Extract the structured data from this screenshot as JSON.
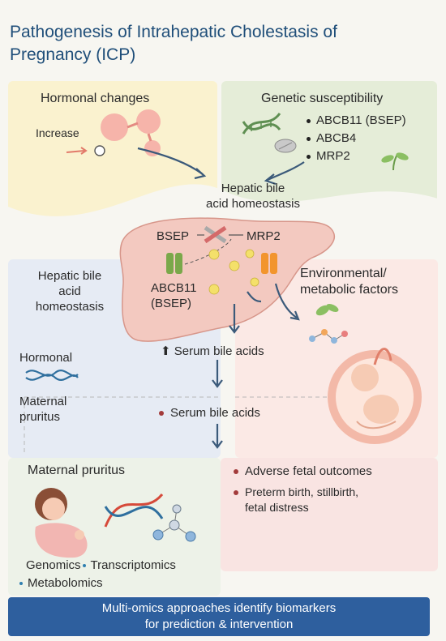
{
  "title_line1": "Pathogenesis of Intrahepatic Cholestasis of",
  "title_line2": "Pregnancy (ICP)",
  "hormonal": {
    "heading": "Hormonal changes",
    "increase": "Increase"
  },
  "genetic": {
    "heading": "Genetic susceptibility",
    "items": [
      "ABCB11 (BSEP)",
      "ABCB4",
      "MRP2"
    ]
  },
  "hepatic_top": {
    "line1": "Hepatic bile",
    "line2": "acid homeostasis"
  },
  "liver": {
    "bsep": "BSEP",
    "mrp2": "MRP2",
    "abcb11_line1": "ABCB11",
    "abcb11_line2": "(BSEP)"
  },
  "left_panel": {
    "heading_line1": "Hepatic bile",
    "heading_line2": "acid homeostasis",
    "hormonal": "Hormonal",
    "maternal_line1": "Maternal",
    "maternal_line2": "pruritus"
  },
  "environment": {
    "line1": "Environmental/",
    "line2": "metabolic factors"
  },
  "serum_up": "Serum bile acids",
  "serum_arrow": "⬆",
  "serum_dot": "Serum bile acids",
  "omics": {
    "heading": "Maternal pruritus",
    "genomics": "Genomics",
    "transcriptomics": "Transcriptomics",
    "metabolomics": "Metabolomics"
  },
  "fetal": {
    "heading": "Adverse fetal outcomes",
    "line1": "Preterm birth, stillbirth,",
    "line2": "fetal distress"
  },
  "banner": {
    "line1": "Multi-omics approaches identify biomarkers",
    "line2": "for prediction & intervention"
  },
  "colors": {
    "title": "#1f4e79",
    "banner": "#2e5f9e",
    "liver": "#f3c9c0",
    "hormonal_panel": "#faf2cf",
    "genetic_panel": "#e5edd8",
    "arrow": "#3b5a7a"
  }
}
